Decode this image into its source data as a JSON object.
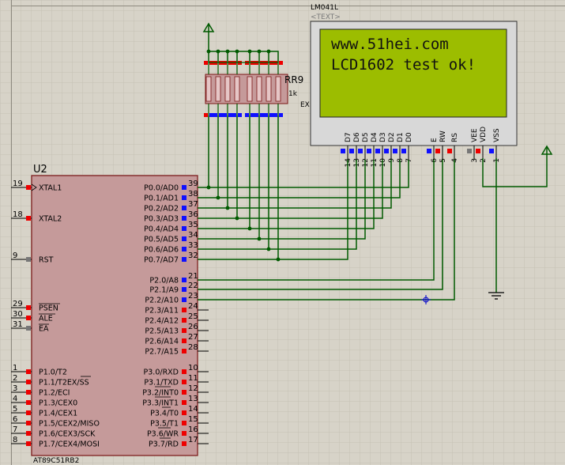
{
  "mcu": {
    "ref": "U2",
    "part": "AT89C51RB2",
    "left_pins": [
      {
        "num": "19",
        "name": "XTAL1"
      },
      {
        "num": "18",
        "name": "XTAL2"
      },
      {
        "num": "9",
        "name": "RST"
      },
      {
        "num": "29",
        "name": "PSEN"
      },
      {
        "num": "30",
        "name": "ALE"
      },
      {
        "num": "31",
        "name": "EA"
      },
      {
        "num": "1",
        "name": "P1.0/T2"
      },
      {
        "num": "2",
        "name": "P1.1/T2EX/SS"
      },
      {
        "num": "3",
        "name": "P1.2/ECI"
      },
      {
        "num": "4",
        "name": "P1.3/CEX0"
      },
      {
        "num": "5",
        "name": "P1.4/CEX1"
      },
      {
        "num": "6",
        "name": "P1.5/CEX2/MISO"
      },
      {
        "num": "7",
        "name": "P1.6/CEX3/SCK"
      },
      {
        "num": "8",
        "name": "P1.7/CEX4/MOSI"
      }
    ],
    "right_pins": [
      {
        "num": "39",
        "name": "P0.0/AD0"
      },
      {
        "num": "38",
        "name": "P0.1/AD1"
      },
      {
        "num": "37",
        "name": "P0.2/AD2"
      },
      {
        "num": "36",
        "name": "P0.3/AD3"
      },
      {
        "num": "35",
        "name": "P0.4/AD4"
      },
      {
        "num": "34",
        "name": "P0.5/AD5"
      },
      {
        "num": "33",
        "name": "P0.6/AD6"
      },
      {
        "num": "32",
        "name": "P0.7/AD7"
      },
      {
        "num": "21",
        "name": "P2.0/A8"
      },
      {
        "num": "22",
        "name": "P2.1/A9"
      },
      {
        "num": "23",
        "name": "P2.2/A10"
      },
      {
        "num": "24",
        "name": "P2.3/A11"
      },
      {
        "num": "25",
        "name": "P2.4/A12"
      },
      {
        "num": "26",
        "name": "P2.5/A13"
      },
      {
        "num": "27",
        "name": "P2.6/A14"
      },
      {
        "num": "28",
        "name": "P2.7/A15"
      },
      {
        "num": "10",
        "name": "P3.0/RXD"
      },
      {
        "num": "11",
        "name": "P3.1/TXD"
      },
      {
        "num": "12",
        "name": "P3.2/INT0"
      },
      {
        "num": "13",
        "name": "P3.3/INT1"
      },
      {
        "num": "14",
        "name": "P3.4/T0"
      },
      {
        "num": "15",
        "name": "P3.5/T1"
      },
      {
        "num": "16",
        "name": "P3.6/WR"
      },
      {
        "num": "17",
        "name": "P3.7/RD"
      }
    ]
  },
  "lcd": {
    "ref": "LM041L",
    "text_placeholder": "<TEXT>",
    "line1": "www.51hei.com",
    "line2": "LCD1602 test ok!",
    "pins": [
      {
        "name": "D7",
        "num": "14"
      },
      {
        "name": "D6",
        "num": "13"
      },
      {
        "name": "D5",
        "num": "12"
      },
      {
        "name": "D4",
        "num": "11"
      },
      {
        "name": "D3",
        "num": "10"
      },
      {
        "name": "D2",
        "num": "9"
      },
      {
        "name": "D1",
        "num": "8"
      },
      {
        "name": "D0",
        "num": "7"
      },
      {
        "name": "E",
        "num": "6"
      },
      {
        "name": "RW",
        "num": "5"
      },
      {
        "name": "RS",
        "num": "4"
      },
      {
        "name": "VEE",
        "num": "3"
      },
      {
        "name": "VDD",
        "num": "2"
      },
      {
        "name": "VSS",
        "num": "1"
      }
    ]
  },
  "rpack": {
    "ref": "RR9",
    "value": "1k",
    "extra": "EX"
  },
  "colors": {
    "background": "#d7d3c8",
    "grid": "#c5c1b6",
    "wire": "#005a00",
    "component_fill": "#c59a9a",
    "component_stroke": "#8a1a1a",
    "lcd_screen": "#9cbd00",
    "lcd_body": "#d8d8d8",
    "pin_red": "#ee0000",
    "pin_blue": "#1010ff"
  }
}
